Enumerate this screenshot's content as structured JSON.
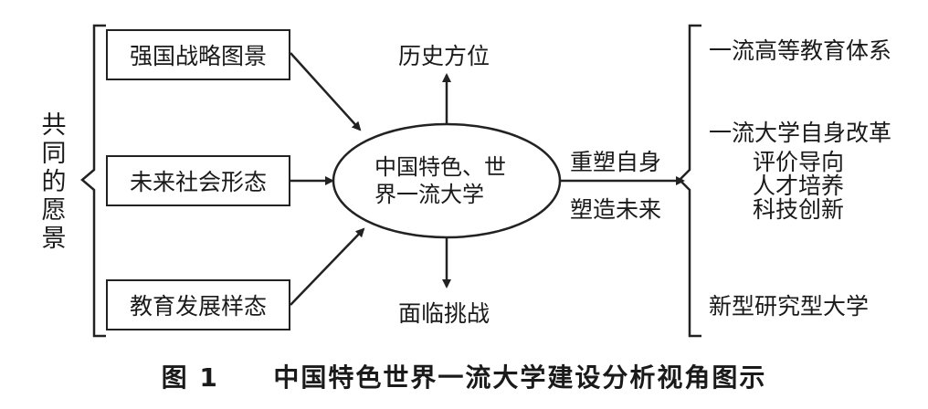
{
  "left_group": {
    "label": "共同的愿景",
    "boxes": [
      "强国战略图景",
      "未来社会形态",
      "教育发展样态"
    ]
  },
  "center": {
    "line1": "中国特色、世",
    "line2": "界一流大学",
    "top": "历史方位",
    "bottom": "面临挑战",
    "arrow_above": "重塑自身",
    "arrow_below": "塑造未来"
  },
  "right_group": {
    "item1": "一流高等教育体系",
    "item2": "一流大学自身改革",
    "sub1": "评价导向",
    "sub2": "人才培养",
    "sub3": "科技创新",
    "item3": "新型研究型大学"
  },
  "caption": {
    "figure_no": "图 1",
    "title": "中国特色世界一流大学建设分析视角图示"
  }
}
